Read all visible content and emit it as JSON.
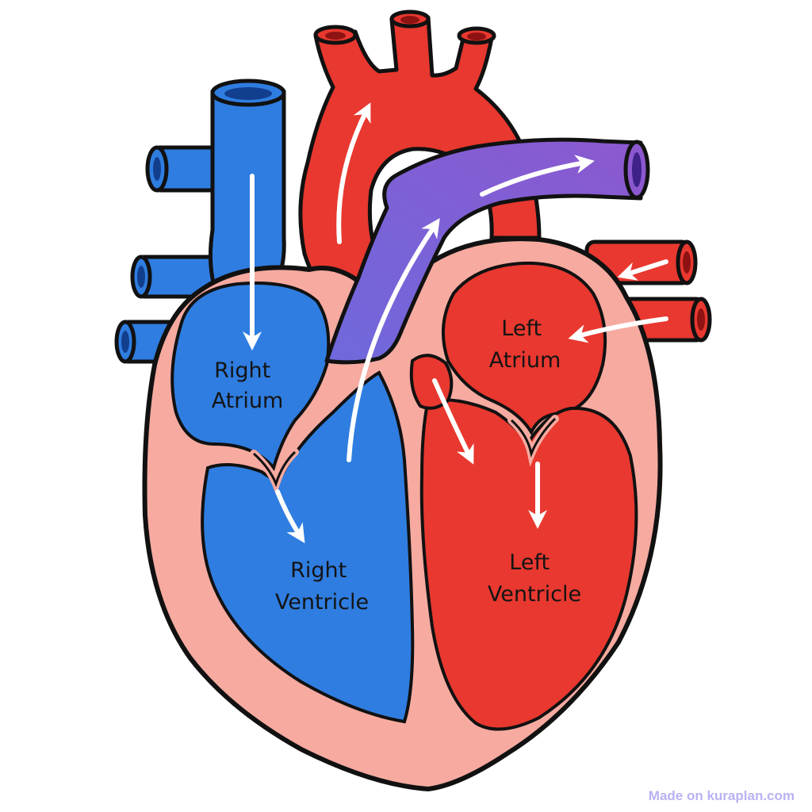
{
  "diagram": {
    "labels": {
      "right_atrium": [
        "Right",
        "Atrium"
      ],
      "right_ventricle": [
        "Right",
        "Ventricle"
      ],
      "left_atrium": [
        "Left",
        "Atrium"
      ],
      "left_ventricle": [
        "Left",
        "Ventricle"
      ]
    },
    "colors": {
      "deoxygenated": "#2f7de0",
      "oxygenated": "#e8382f",
      "pulmonary_artery": "#7a5fd6",
      "heart_wall": "#f6aaa0",
      "flow_arrow": "#ffffff",
      "outline": "#111111"
    }
  },
  "watermark": "Made on kuraplan.com"
}
